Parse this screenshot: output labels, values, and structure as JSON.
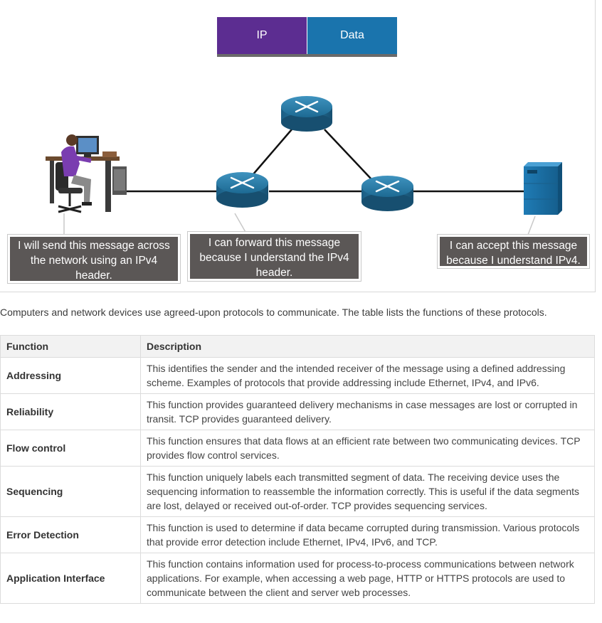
{
  "packet": {
    "ip_label": "IP",
    "data_label": "Data",
    "ip_color": "#5c2d91",
    "data_color": "#1a74ad"
  },
  "diagram": {
    "callouts": {
      "host": "I will send this message across the network using an IPv4 header.",
      "router": "I can forward this message because I understand the IPv4 header.",
      "server": "I can accept this message because I understand IPv4."
    },
    "colors": {
      "router": "#1f6f98",
      "server": "#1a6fa6",
      "callout_bg": "#5b5756"
    }
  },
  "intro": "Computers and network devices use agreed-upon protocols to communicate. The table lists the functions of these protocols.",
  "table": {
    "headers": [
      "Function",
      "Description"
    ],
    "rows": [
      {
        "function": "Addressing",
        "description": "This identifies the sender and the intended receiver of the message using a defined addressing scheme. Examples of protocols that provide addressing include Ethernet, IPv4, and IPv6."
      },
      {
        "function": "Reliability",
        "description": "This function provides guaranteed delivery mechanisms in case messages are lost or corrupted in transit. TCP provides guaranteed delivery."
      },
      {
        "function": "Flow control",
        "description": "This function ensures that data flows at an efficient rate between two communicating devices. TCP provides flow control services."
      },
      {
        "function": "Sequencing",
        "description": "This function uniquely labels each transmitted segment of data. The receiving device uses the sequencing information to reassemble the information correctly. This is useful if the data segments are lost, delayed or received out-of-order. TCP provides sequencing services."
      },
      {
        "function": "Error Detection",
        "description": "This function is used to determine if data became corrupted during transmission. Various protocols that provide error detection include Ethernet, IPv4, IPv6, and TCP."
      },
      {
        "function": "Application Interface",
        "description": "This function contains information used for process-to-process communications between network applications. For example, when accessing a web page, HTTP or HTTPS protocols are used to communicate between the client and server web processes."
      }
    ]
  }
}
